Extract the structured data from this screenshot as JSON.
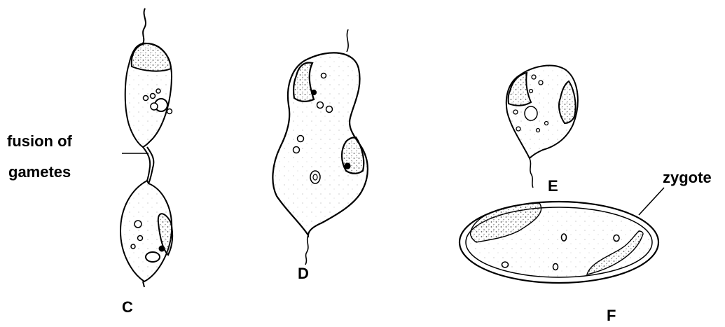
{
  "labels": {
    "fusion_line1": "fusion of",
    "fusion_line2": "gametes",
    "cell_c": "C",
    "cell_d": "D",
    "cell_e": "E",
    "cell_f": "F",
    "zygote": "zygote"
  },
  "colors": {
    "ink": "#000000",
    "stipple": "#8a8a8a",
    "cell_fill": "#f7f7f7"
  }
}
